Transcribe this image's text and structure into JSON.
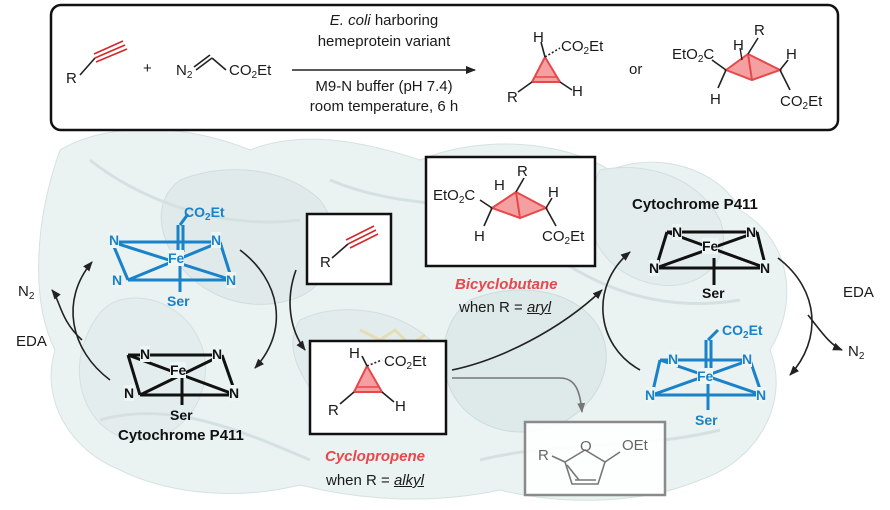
{
  "reaction": {
    "alkyne_r": "R",
    "plus": "+",
    "diazo_n": "N",
    "diazo_n_sub": "2",
    "diazo_ester_pre": "CO",
    "diazo_ester_sub": "2",
    "diazo_ester_post": "Et",
    "cond_line1_italic": "E. coli",
    "cond_line1_rest": " harboring",
    "cond_line2": "hemeprotein variant",
    "cond_line3": "M9-N buffer (pH 7.4)",
    "cond_line4": "room temperature, 6 h",
    "or": "or",
    "prod1_h": "H",
    "prod1_ester_pre": "CO",
    "prod1_ester_sub": "2",
    "prod1_ester_post": "Et",
    "prod1_r": "R",
    "prod1_h2": "H",
    "prod2_ester_left": "EtO",
    "prod2_ester_left_sub": "2",
    "prod2_ester_left_post": "C",
    "prod2_h_top": "H",
    "prod2_r": "R",
    "prod2_h_right": "H",
    "prod2_h_left": "H",
    "prod2_ester_right_pre": "CO",
    "prod2_ester_right_sub": "2",
    "prod2_ester_right_post": "Et"
  },
  "left_cycle": {
    "carbene_pre": "CO",
    "carbene_sub": "2",
    "carbene_post": "Et",
    "fe": "Fe",
    "n": "N",
    "ser": "Ser",
    "n2_pre": "N",
    "n2_sub": "2",
    "eda": "EDA",
    "label": "Cytochrome P411"
  },
  "right_cycle": {
    "label": "Cytochrome P411",
    "fe": "Fe",
    "n": "N",
    "ser": "Ser",
    "eda": "EDA",
    "n2_pre": "N",
    "n2_sub": "2",
    "carbene_pre": "CO",
    "carbene_sub": "2",
    "carbene_post": "Et"
  },
  "center": {
    "alkyne_r": "R",
    "cyclopropene_h": "H",
    "cyclopropene_ester_pre": "CO",
    "cyclopropene_ester_sub": "2",
    "cyclopropene_ester_post": "Et",
    "cyclopropene_r": "R",
    "cyclopropene_h2": "H",
    "cyclopropene_name": "Cyclopropene",
    "cyclopropene_when": "when R = ",
    "cyclopropene_when_value": "alkyl",
    "bcb_ester_left": "EtO",
    "bcb_ester_left_sub": "2",
    "bcb_ester_left_post": "C",
    "bcb_h_top": "H",
    "bcb_r": "R",
    "bcb_h_right": "H",
    "bcb_h_left": "H",
    "bcb_ester_right_pre": "CO",
    "bcb_ester_right_sub": "2",
    "bcb_ester_right_post": "Et",
    "bcb_name": "Bicyclobutane",
    "bcb_when": "when R = ",
    "bcb_when_value": "aryl",
    "furan_r": "R",
    "furan_o": "O",
    "furan_oet": "OEt"
  },
  "colors": {
    "heme_blue": "#1a82c8",
    "highlight_red": "#e8474c",
    "alkyne_red": "#d62728",
    "protein_bg": "#dde8e8",
    "furan_box": "#8a8a8a"
  }
}
